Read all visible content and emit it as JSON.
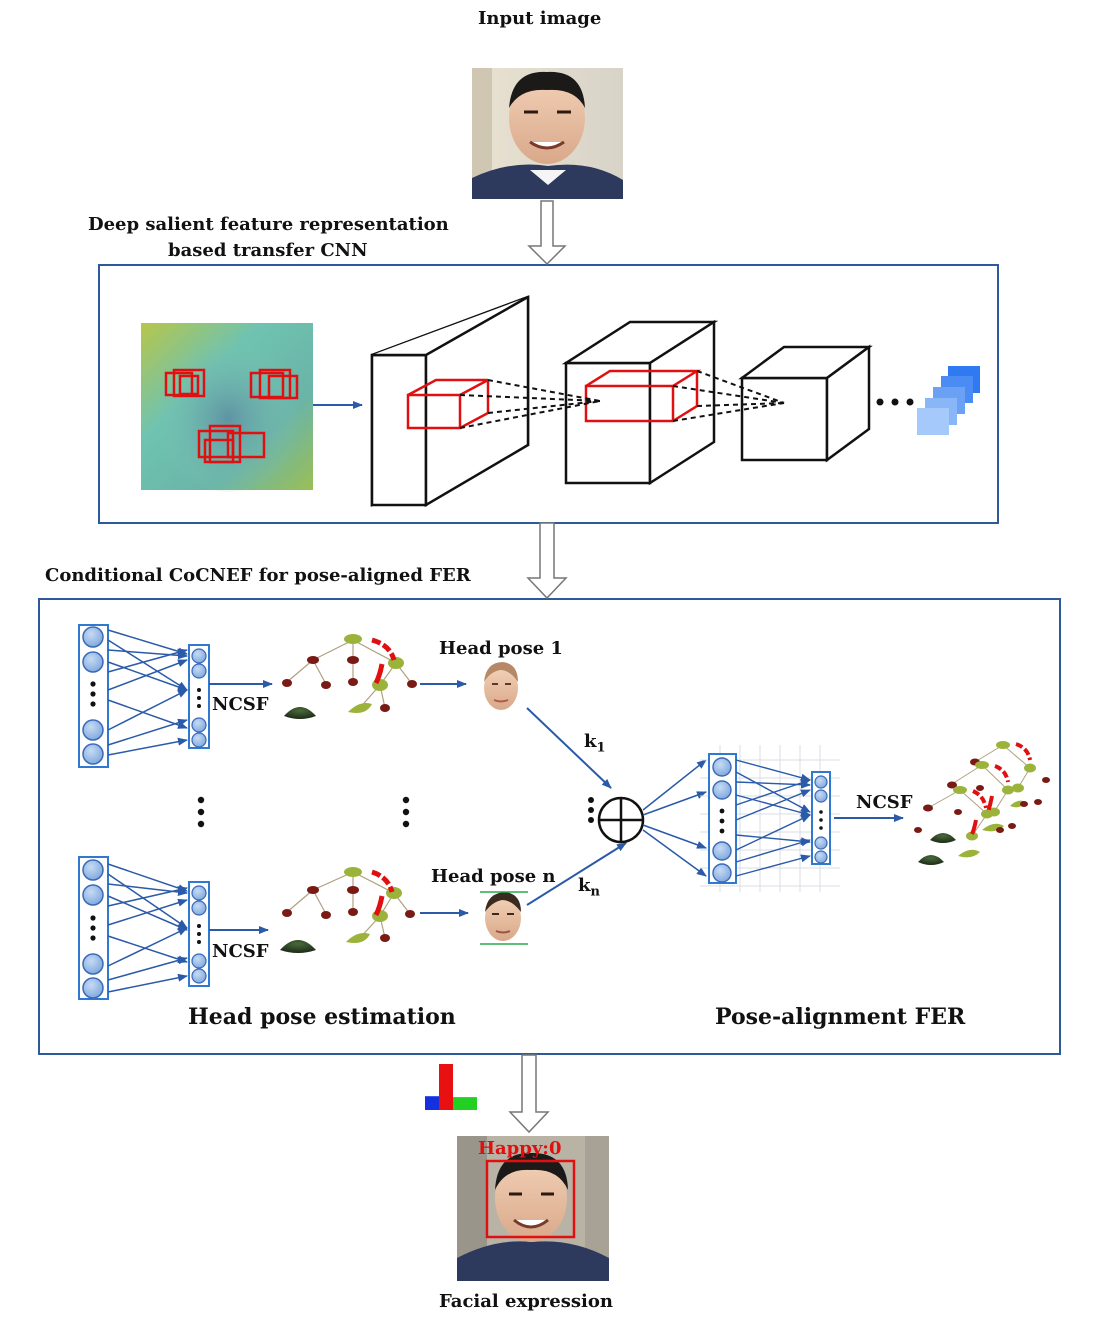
{
  "labels": {
    "input_image": "Input image",
    "cnn_title_line1": "Deep salient feature representation",
    "cnn_title_line2": "based transfer CNN",
    "cocnef_title": "Conditional CoCNEF for pose-aligned FER",
    "head_pose_1": "Head pose 1",
    "head_pose_n": "Head pose n",
    "ncsf_top": "NCSF",
    "ncsf_bottom": "NCSF",
    "ncsf_right": "NCSF",
    "k1": "k",
    "k1_sub": "1",
    "kn": "k",
    "kn_sub": "n",
    "head_pose_estimation": "Head pose estimation",
    "pose_alignment_fer": "Pose-alignment FER",
    "result_label": "Happy:0",
    "facial_expression": "Facial expression"
  },
  "colors": {
    "frame_blue": "#2f5a9a",
    "arrow_blue": "#2a5aa8",
    "neuron_fill": "#8fb4e3",
    "red_box": "#e01010",
    "tree_olive": "#9bb33a",
    "tree_maroon": "#7a1a14",
    "bar_blue": "#1530e0",
    "bar_red": "#e81010",
    "bar_green": "#22d022"
  },
  "result_bars": [
    0.3,
    1.0,
    0.28
  ]
}
